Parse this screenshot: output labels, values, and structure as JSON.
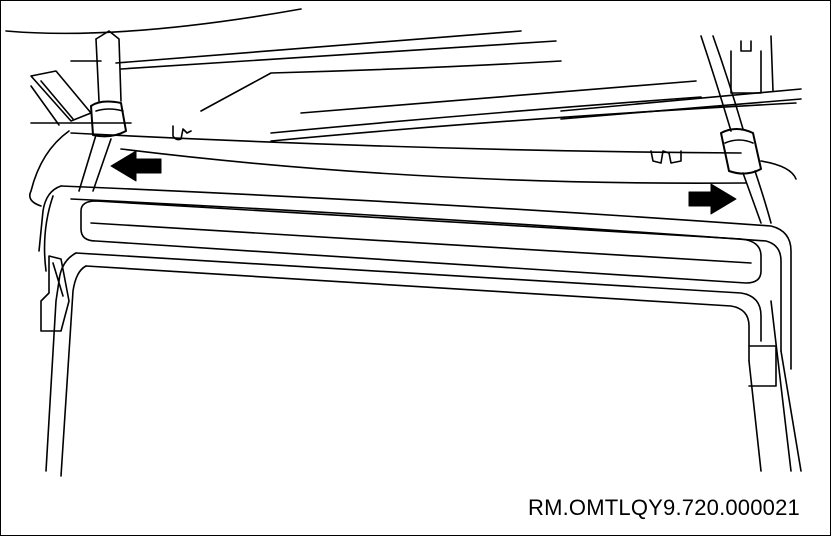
{
  "figure": {
    "reference_code": "RM.OMTLQY9.720.000021",
    "line_color": "#000000",
    "background_color": "#ffffff",
    "arrows": [
      {
        "name": "left-arrow",
        "direction": "left"
      },
      {
        "name": "right-arrow",
        "direction": "right"
      }
    ]
  }
}
